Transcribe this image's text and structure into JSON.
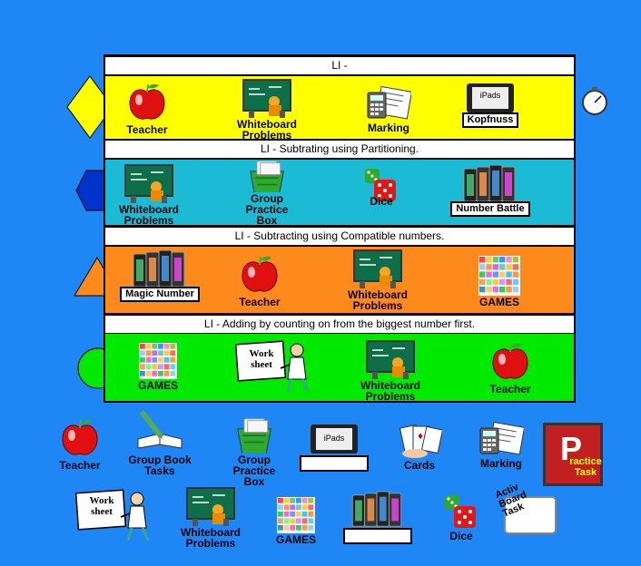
{
  "rows": [
    {
      "li": "LI -",
      "items": [
        {
          "label": "Teacher",
          "icon": "apple-icon"
        },
        {
          "label": "Whiteboard Problems",
          "icon": "whiteboard-icon"
        },
        {
          "label": "Marking",
          "icon": "marking-icon"
        },
        {
          "label": "Kopfnuss",
          "icon": "ipad-icon",
          "badge": "iPads"
        }
      ]
    },
    {
      "li": "LI - Subtrating using Partitioning.",
      "items": [
        {
          "label": "Whiteboard Problems",
          "icon": "whiteboard-icon"
        },
        {
          "label": "Group Practice Box",
          "icon": "practice-box-icon"
        },
        {
          "label": "Dice",
          "icon": "dice-icon"
        },
        {
          "label": "Number Battle",
          "icon": "ipads-icon"
        }
      ]
    },
    {
      "li": "LI - Subtracting using Compatible numbers.",
      "items": [
        {
          "label": "Magic Number",
          "icon": "ipads-icon"
        },
        {
          "label": "Teacher",
          "icon": "apple-icon"
        },
        {
          "label": "Whiteboard Problems",
          "icon": "whiteboard-icon"
        },
        {
          "label": "GAMES",
          "icon": "games-grid-icon"
        }
      ]
    },
    {
      "li": "LI - Adding by counting on from the biggest number first.",
      "items": [
        {
          "label": "GAMES",
          "icon": "games-grid-icon"
        },
        {
          "label": "Work sheet",
          "icon": "worksheet-icon"
        },
        {
          "label": "Whiteboard Problems",
          "icon": "whiteboard-icon"
        },
        {
          "label": "Teacher",
          "icon": "apple-icon"
        }
      ]
    }
  ],
  "tray": {
    "teacher": "Teacher",
    "group_book": "Group Book Tasks",
    "group_practice": "Group Practice Box",
    "ipads_badge": "iPads",
    "cards": "Cards",
    "marking": "Marking",
    "practice_task_letter": "P",
    "practice_task": "ractice Task",
    "worksheet": "Work sheet",
    "whiteboard": "Whiteboard Problems",
    "games": "GAMES",
    "dice": "Dice",
    "activboard": "Activ Board Task"
  },
  "colors": {
    "background": "#1f86f6",
    "yellow": "#ffff00",
    "cyan": "#1bbbd5",
    "orange": "#ff8a1c",
    "green": "#00ea00"
  }
}
